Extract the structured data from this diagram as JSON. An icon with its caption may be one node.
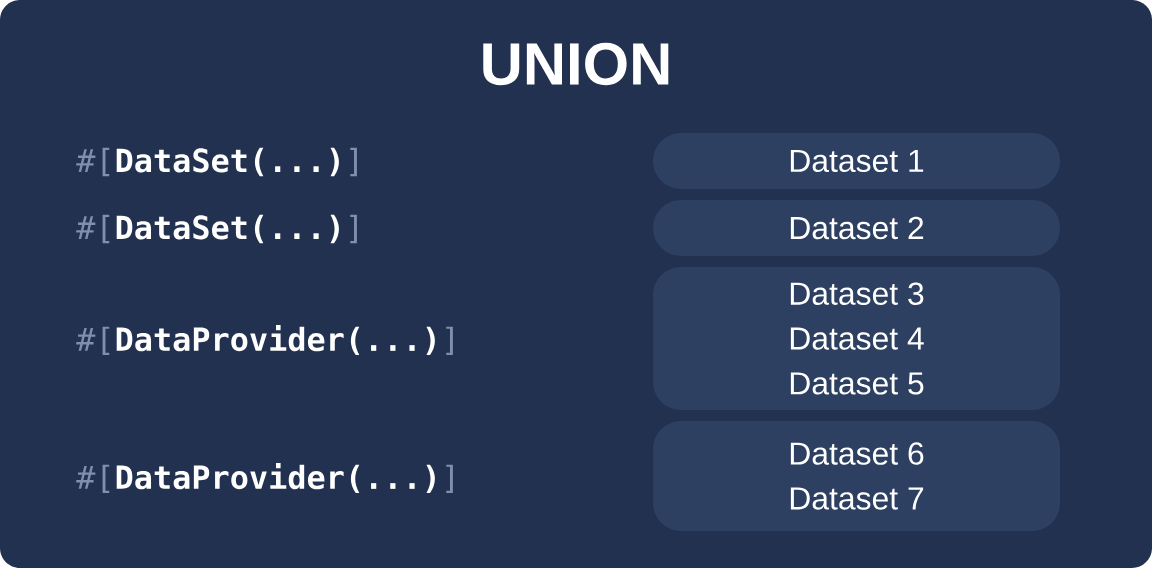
{
  "diagram": {
    "title": "UNION",
    "nodes": [
      {
        "text": [
          "Dataset 1"
        ]
      },
      {
        "text": [
          "Dataset 2"
        ]
      },
      {
        "text": [
          "Dataset 3",
          "Dataset 4",
          "Dataset 5"
        ]
      },
      {
        "text": [
          "Dataset 6",
          "Dataset 7"
        ]
      }
    ],
    "labels": [
      "#[**DataSet(...)**]",
      "#[**DataSet(...)**]",
      "#[**DataProvider(...)**]",
      "#[**DataProvider(...)**]"
    ]
  }
}
